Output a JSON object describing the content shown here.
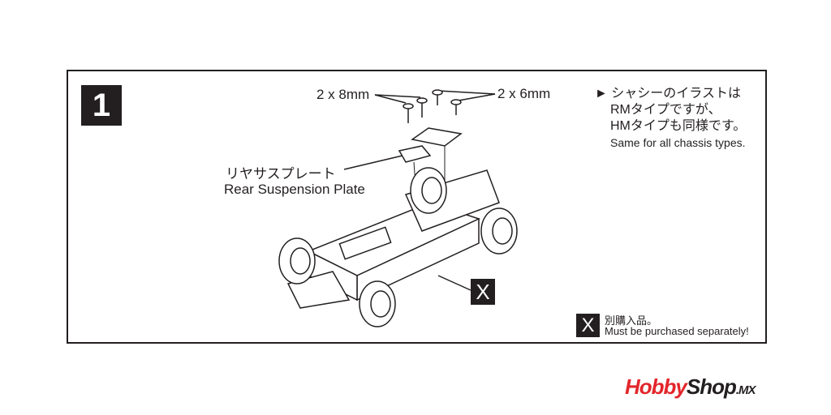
{
  "step_number": "1",
  "screws": {
    "left_label": "2 x 8mm",
    "right_label": "2 x 6mm"
  },
  "part_label": {
    "jp": "リヤサスプレート",
    "en": "Rear Suspension Plate"
  },
  "note": {
    "lines": [
      "シャシーのイラストは",
      "RMタイプですが、",
      "HMタイプも同様です。"
    ],
    "en": "Same for all chassis types."
  },
  "x_marker": "X",
  "legend": {
    "symbol": "X",
    "jp": "別購入品。",
    "en": "Must be purchased separately!"
  },
  "logo": {
    "part1": "Hobby",
    "part2": "Shop",
    "part3": ".MX"
  },
  "colors": {
    "ink": "#231f20",
    "brand_red": "#e3262b"
  }
}
